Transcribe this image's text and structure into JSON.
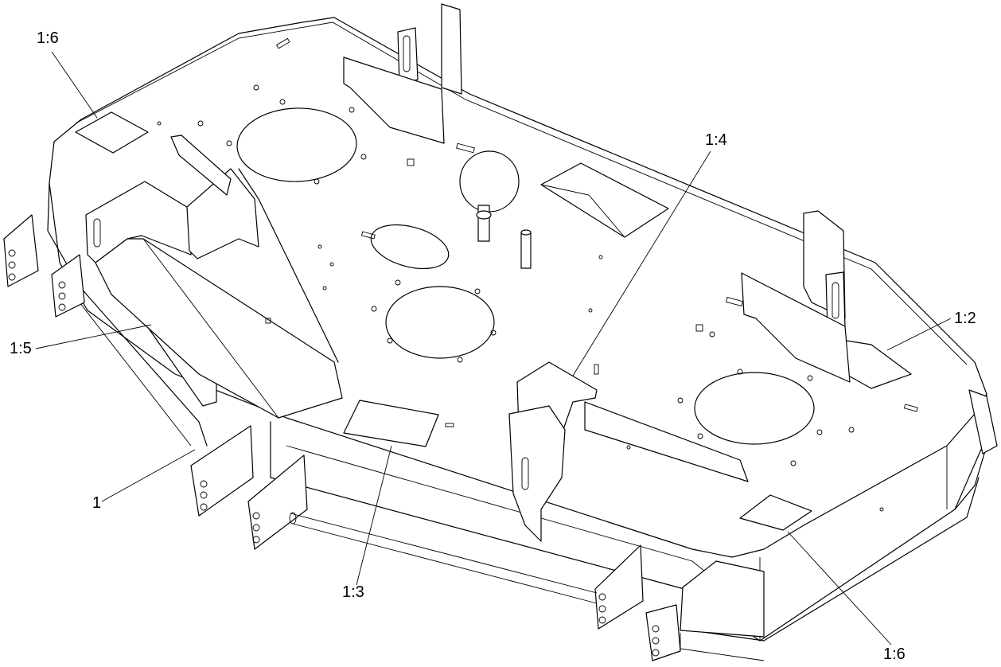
{
  "callouts": {
    "c1": "1",
    "c12": "1:2",
    "c13": "1:3",
    "c14": "1:4",
    "c15": "1:5",
    "c16_top": "1:6",
    "c16_bottom": "1:6"
  },
  "colors": {
    "stroke": "#000000",
    "background": "#ffffff"
  }
}
